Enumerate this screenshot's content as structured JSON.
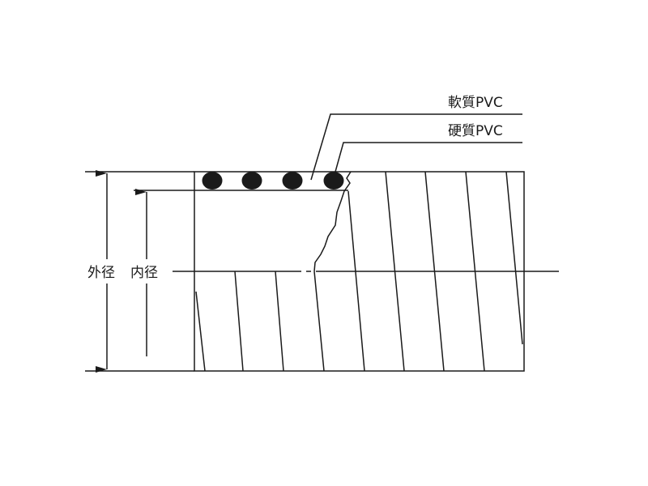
{
  "labels": {
    "soft_pvc": "軟質PVC",
    "hard_pvc": "硬質PVC",
    "outer_diameter": "外径",
    "inner_diameter": "内径"
  },
  "colors": {
    "ink": "#1a1a1a",
    "background": "#ffffff"
  }
}
